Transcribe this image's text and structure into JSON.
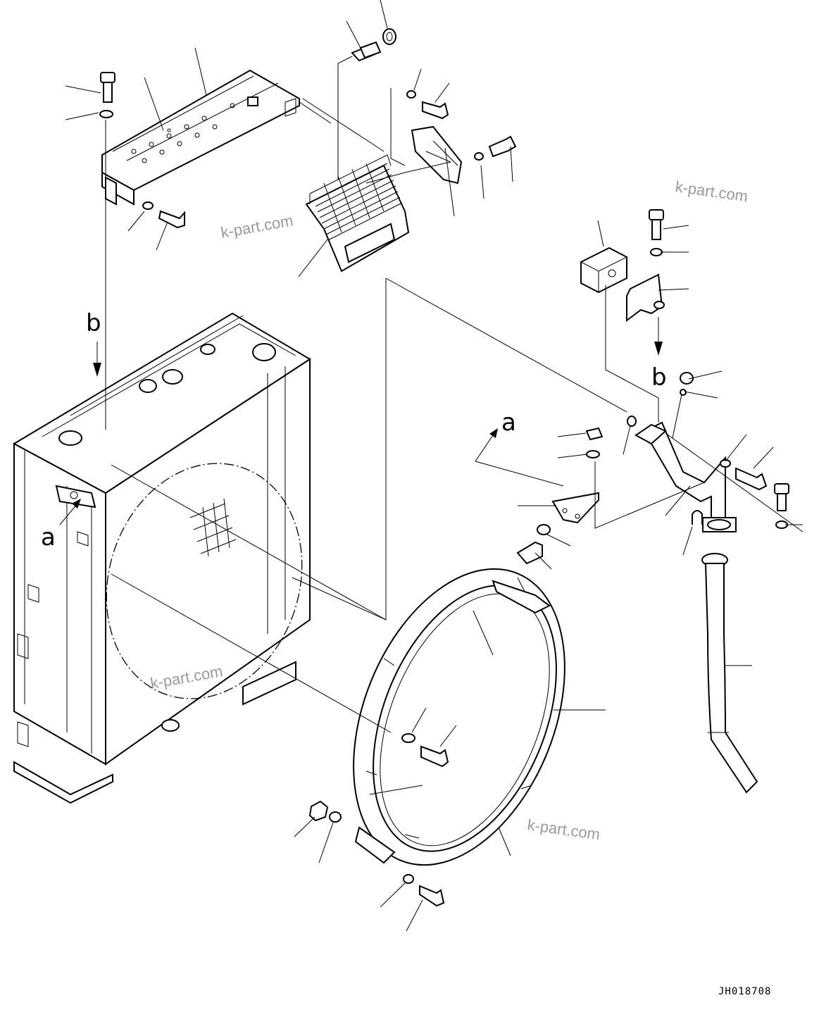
{
  "view_labels": {
    "a_left": "a",
    "b_left": "b",
    "b_right": "b",
    "a_right": "a"
  },
  "watermarks": [
    "k-part.com",
    "k-part.com",
    "k-part.com",
    "k-part.com"
  ],
  "drawing_code": "JH018708"
}
